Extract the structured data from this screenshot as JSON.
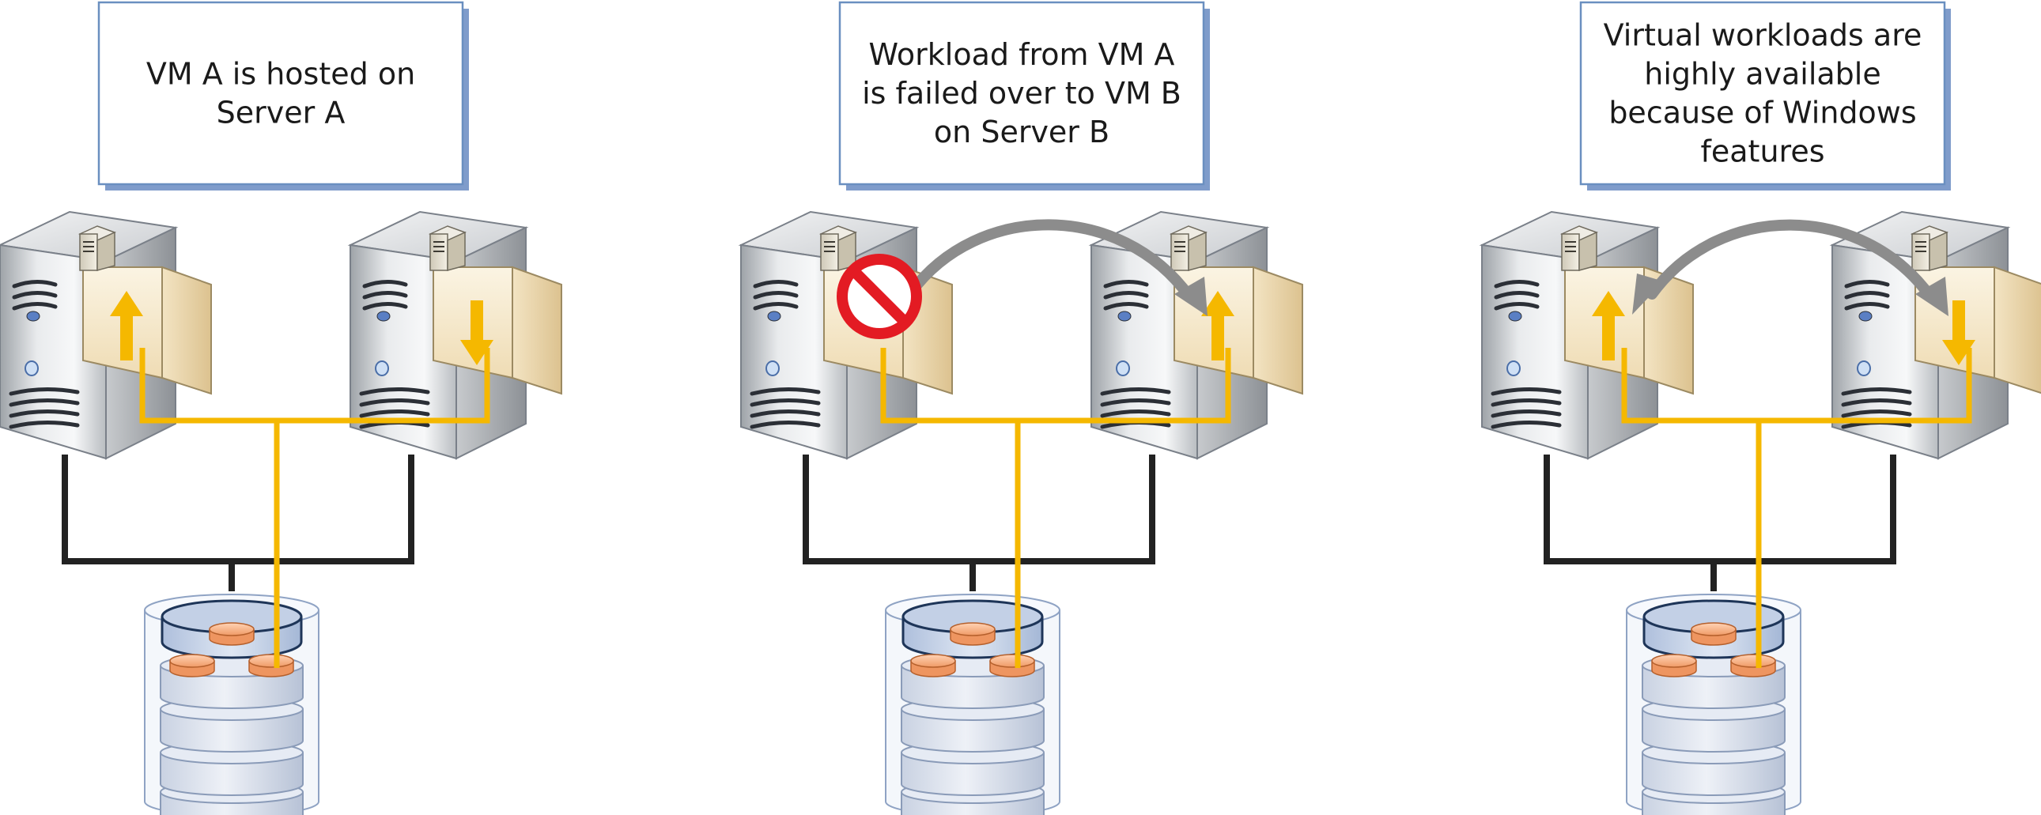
{
  "panels": [
    {
      "id": "panel-1",
      "caption": [
        "VM A is hosted on",
        "Server A"
      ],
      "blocked": false,
      "arrow": "none",
      "vm_left": "up",
      "vm_right": "down"
    },
    {
      "id": "panel-2",
      "caption": [
        "Workload from VM A",
        "is failed over to VM B",
        "on Server B"
      ],
      "blocked": true,
      "arrow": "one-way",
      "vm_left": "none",
      "vm_right": "up"
    },
    {
      "id": "panel-3",
      "caption": [
        "Virtual workloads are",
        "highly available",
        "because of Windows",
        "features"
      ],
      "blocked": false,
      "arrow": "two-way",
      "vm_left": "up",
      "vm_right": "down"
    }
  ],
  "colors": {
    "callout_border": "#6a8fc0",
    "callout_shadow": "#7f9ccb",
    "cluster_link": "#f5b800",
    "network_link": "#222222",
    "arrow": "#8c8c8c",
    "blocked": "#e31b23",
    "vm_arrow": "#f5b800",
    "storage_disk": "#f4a77c"
  }
}
